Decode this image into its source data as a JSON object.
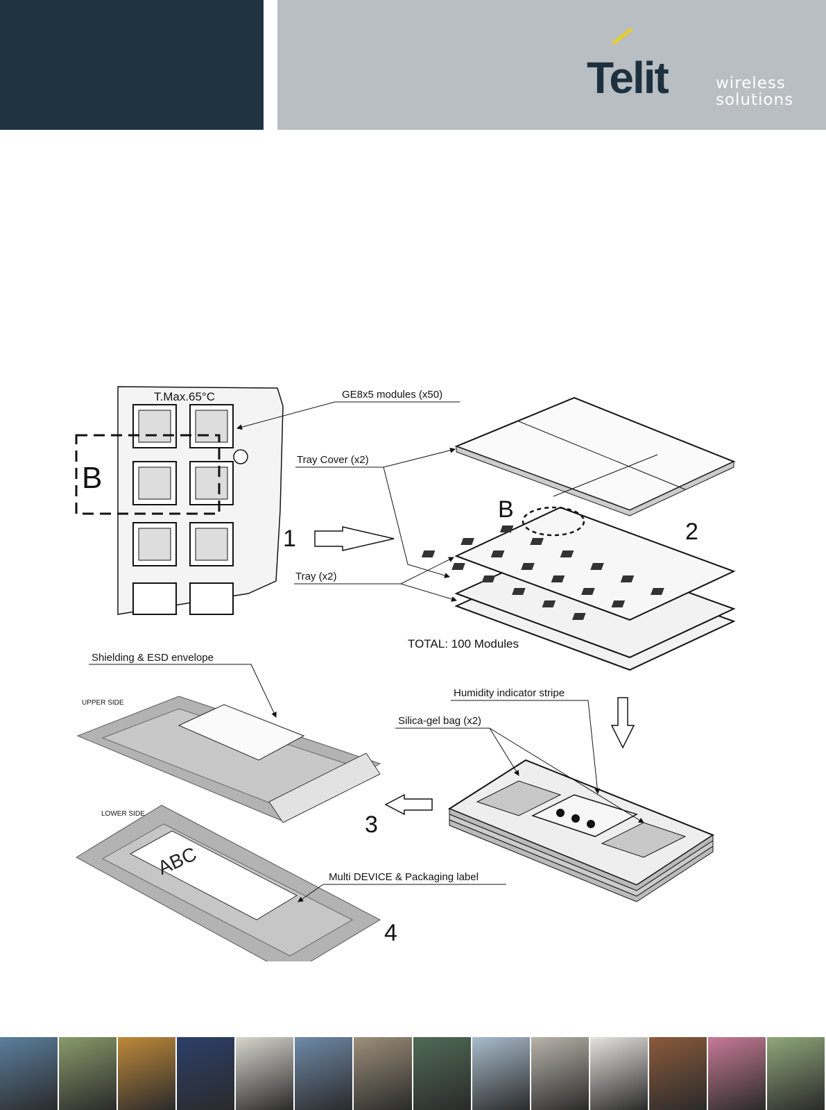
{
  "header": {
    "logo_text": "Telit",
    "logo_line1": "wireless",
    "logo_line2": "solutions"
  },
  "figure": {
    "tray_max_temp": "T.Max.65°C",
    "callout_b": "B",
    "label_modules": "GE8x5 modules (x50)",
    "label_tray_cover": "Tray Cover (x2)",
    "label_tray": "Tray (x2)",
    "label_total": "TOTAL: 100 Modules",
    "label_shielding": "Shielding & ESD envelope",
    "label_upper_side": "UPPER SIDE",
    "label_lower_side": "LOWER SIDE",
    "label_humidity": "Humidity indicator stripe",
    "label_silica": "Silica-gel bag (x2)",
    "label_multi_device": "Multi DEVICE & Packaging label",
    "envelope_label_text": "ABC",
    "step_1": "1",
    "step_2": "2",
    "step_3": "3",
    "step_4": "4"
  },
  "footer": {
    "tile_colors": [
      "#5b7f9e",
      "#8a9a6a",
      "#c08a3a",
      "#2c3f6a",
      "#d9d6cf",
      "#6f8aa8",
      "#9c8f7a",
      "#4f6b55",
      "#a9bccb",
      "#b8b4aa",
      "#e6e4df",
      "#8b5a3c",
      "#c77a95",
      "#8fa77a"
    ]
  }
}
